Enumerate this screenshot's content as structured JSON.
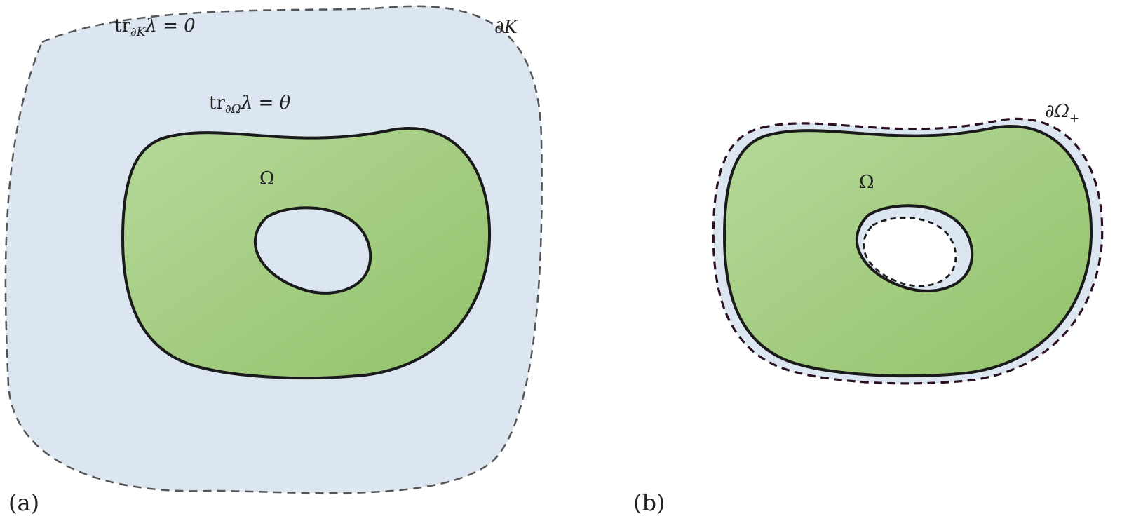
{
  "panel_a": {
    "label": "(a)",
    "outer_boundary_label": "∂K",
    "outer_condition": {
      "op": "tr",
      "sub": "∂K",
      "rest": "λ = 0"
    },
    "inner_condition": {
      "op": "tr",
      "sub": "∂Ω",
      "rest": "λ = θ"
    },
    "domain_label": "Ω"
  },
  "panel_b": {
    "label": "(b)",
    "boundary_label": {
      "main": "∂Ω",
      "sub": "+"
    },
    "domain_label": "Ω"
  },
  "colors": {
    "outer_fill": "#dbe6f0",
    "domain_fill_light": "#b2d595",
    "domain_fill_dark": "#93c26a",
    "stroke": "#1a1a1a"
  }
}
